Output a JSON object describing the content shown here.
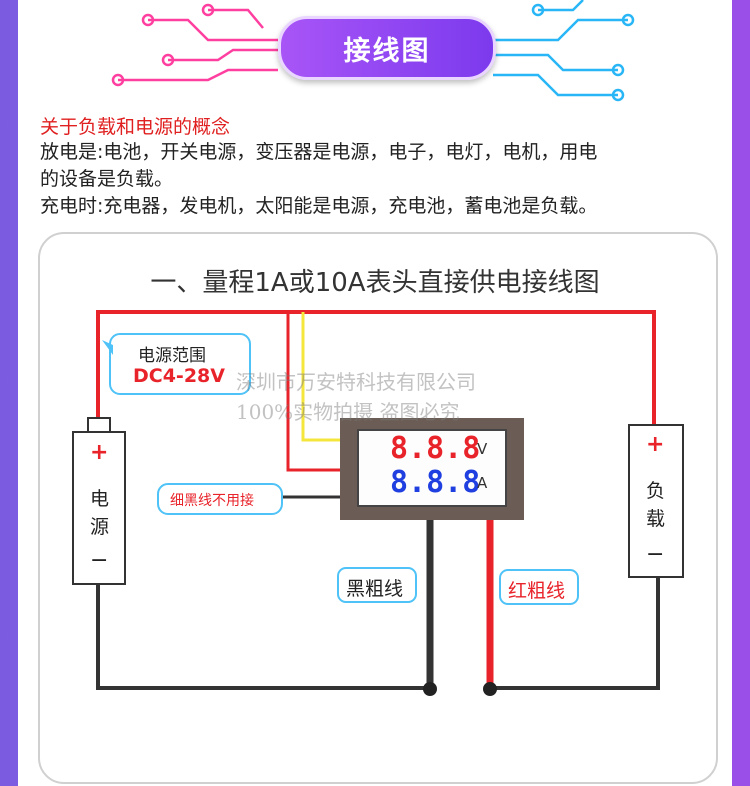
{
  "banner": {
    "title": "接线图"
  },
  "concepts": {
    "heading": "关于负载和电源的概念",
    "line1": "放电是:电池，开关电源，变压器是电源，电子，电灯，电机，用电",
    "line2": "的设备是负载。",
    "line3": "充电时:充电器，发电机，太阳能是电源，充电池，蓄电池是负载。"
  },
  "diagram": {
    "title": "一、量程1A或10A表头直接供电接线图",
    "power_range_label": "电源范围",
    "power_range_value": "DC4-28V",
    "battery_label": [
      "电",
      "源"
    ],
    "battery_plus": "+",
    "battery_minus": "−",
    "load_label": [
      "负",
      "载"
    ],
    "load_plus": "+",
    "load_minus": "−",
    "meter_voltage": "8.8.8",
    "meter_current": "8.8.8",
    "unit_v": "V",
    "unit_a": "A",
    "thin_black_note": "细黑线不用接",
    "black_thick": "黑粗线",
    "red_thick": "红粗线",
    "watermark1": "深圳市万安特科技有限公司",
    "watermark2": "100%实物拍摄 盗图必究"
  },
  "colors": {
    "wire_red": "#e8232a",
    "wire_yellow": "#f5e63c",
    "wire_black": "#333333",
    "callout_border": "#4fc3f7",
    "voltage_digits": "#e8232a",
    "current_digits": "#1f3fe0"
  }
}
